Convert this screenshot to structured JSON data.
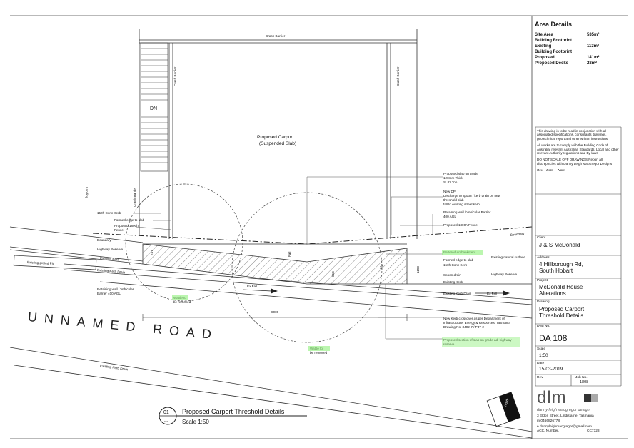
{
  "area_details": {
    "title": "Area Details",
    "rows": [
      {
        "label": "Site Area",
        "value": "535m²"
      },
      {
        "label": "Building Footprint",
        "value": ""
      },
      {
        "label": "Existing",
        "value": "113m²"
      },
      {
        "label": "Building Footprint",
        "value": ""
      },
      {
        "label": "Proposed",
        "value": "141m²"
      },
      {
        "label": "Proposed Decks",
        "value": "28m²"
      }
    ]
  },
  "notes": {
    "p1": "This drawing is to be read in conjunction with all associated specifications, consultants drawings, geotechnical report and other written instructions",
    "p2": "All works are to comply with the Building Code of Australia, relevant Australian Standards, Local and other relevant Authority regulations and By-laws",
    "p3": "DO NOT SCALE OFF DRAWINGS Report all discrepincies with Danny Leigh MacGregor Designs",
    "rev_headers": [
      "Rev",
      "Date",
      "Note"
    ]
  },
  "title_block": {
    "client_label": "Client",
    "client": "J & S McDonald",
    "address_label": "Address",
    "address_line1": "4 Hillborough Rd,",
    "address_line2": "South Hobart",
    "project_label": "Project",
    "project_line1": "McDonald House",
    "project_line2": "Alterations",
    "drawing_label": "Drawing",
    "drawing_line1": "Proposed Carport",
    "drawing_line2": "Threshold Details",
    "dwg_no_label": "Dwg No.",
    "dwg_no": "DA  108",
    "scale_label": "Scale",
    "scale": "1:50",
    "date_label": "Date",
    "date": "15-03-2019",
    "rev_label": "Rev.",
    "job_no_label": "Job No.",
    "job_no": "1808"
  },
  "company": {
    "logo": "dlm",
    "tagline": "danny leigh macgregor design",
    "address": "3 Eldon Street, Lindisfarne, Tasmania",
    "phone": "m 0466826778",
    "email": "e dannyleighmacgregor@gmail.com",
    "acc_label": "ACC. Number.",
    "acc": "CC7328",
    "north": "north"
  },
  "drawing_title": {
    "number": "01",
    "subnumber": "---",
    "title": "Proposed Carport Threshold Details",
    "scale": "Scale 1:50"
  },
  "road_name": "UNNAMED ROAD",
  "labels": {
    "crash_barrier_top": "Crash Barrier",
    "crash_barrier_left": "Crash Barrier",
    "crash_barrier_right": "Crash Barrier",
    "crash_barrier_lower": "Crash Barrier",
    "landing": "Landing",
    "dn": "DN",
    "carport_1": "Proposed Carport",
    "carport_2": "(Suspended Slab)",
    "slab_1": "Proposed slab on grade",
    "slab_2": "120mm Thick",
    "slab_3": "SL82 Top",
    "newdp_1": "New DP",
    "newdp_2": "Discharge to spoon / kerb drain on new",
    "newdp_3": "threshold slab",
    "newdp_4": "fall to existing street kerb",
    "retwall_r1": "Retaining wall / Vehicular Barrier",
    "retwall_r2": "400 AGL",
    "fence_r": "Proposed 1800h Fence",
    "boundary_r": "Boundary",
    "kerb150": "150h Conc Kerb",
    "formed_edge": "Formed edge to slab",
    "fence_l1": "Proposed 1800h",
    "fence_l2": "Fence",
    "boundary_l": "Boundary",
    "highway_reserve_l": "Highway Reserve",
    "existing_kerb_l": "Existing Kerb",
    "existing_kerb_drain_l": "Existing Kerb Drain",
    "existing_grated_pit": "Existing grated Pit",
    "retwall_l1": "Retaining wall / Vehicular",
    "retwall_l2": "Barrier 400 AGL",
    "wattle1_1": "Wattle to",
    "wattle1_2": "be removed",
    "ex_fall_l": "Ex Fall",
    "dim_8000": "8000",
    "dim_747": "747",
    "fall": "Fall",
    "dim_653": "653",
    "dim_418": "418",
    "dim_1190": "1190",
    "battered": "Battered embankment",
    "existing_natural": "Existing natural surface",
    "formed_edge_r": "Formed edge to slab",
    "kerb150_r": "150h Conc Kerb",
    "spoon_drain": "Spoon drain",
    "highway_reserve_r": "Highway Reserve",
    "existing_kerb_r": "Existing Kerb",
    "existing_kerb_drain_r": "Existing Kerb Drain",
    "ex_fall_r": "Ex Fall",
    "crossover_1": "New Kerb crossover as per Department of",
    "crossover_2": "Infrastructure, Energy & Resources, Tasmania",
    "crossover_3": "Drawing No: 3402-7 / P37-2",
    "proposed_section_1": "Proposed section of slab on grade ad, highway",
    "proposed_section_2": "reserve",
    "wattle2_1": "Wattle to",
    "wattle2_2": "be removed",
    "existing_kerb_drain_bottom": "Existing Kerb Drain"
  }
}
